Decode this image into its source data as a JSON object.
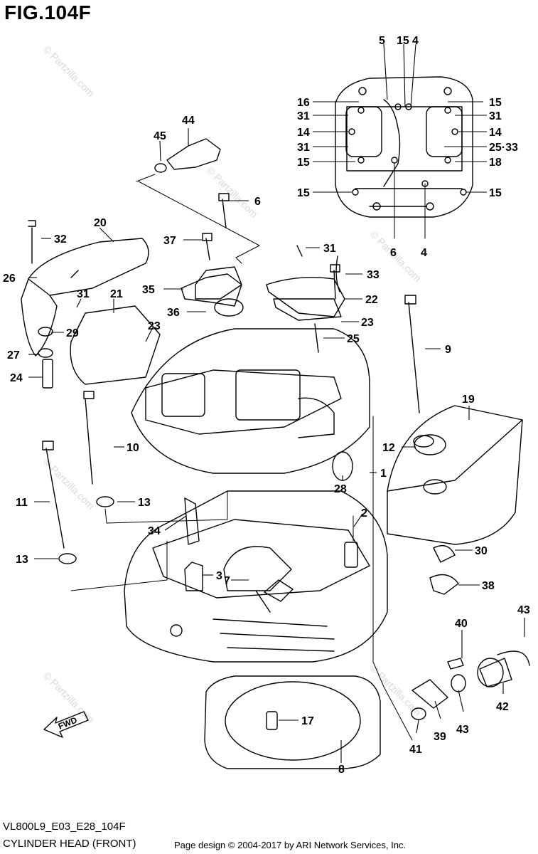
{
  "figure": {
    "title": "FIG.104F",
    "code": "VL800L9_E03_E28_104F",
    "name": "CYLINDER HEAD (FRONT)",
    "credit": "Page design © 2004-2017 by ARI Network Services, Inc."
  },
  "watermark": "© Partzilla.com",
  "fwd_label": "FWD",
  "callouts": [
    "5",
    "15",
    "4",
    "16",
    "15",
    "31",
    "31",
    "14",
    "14",
    "31",
    "25·33",
    "15",
    "18",
    "15",
    "15",
    "6",
    "4",
    "44",
    "45",
    "6",
    "20",
    "32",
    "37",
    "31",
    "26",
    "35",
    "33",
    "31",
    "21",
    "36",
    "22",
    "23",
    "23",
    "25",
    "29",
    "27",
    "24",
    "9",
    "10",
    "19",
    "12",
    "11",
    "13",
    "28",
    "1",
    "2",
    "34",
    "13",
    "3",
    "7",
    "30",
    "38",
    "43",
    "40",
    "42",
    "43",
    "39",
    "41",
    "17",
    "8"
  ]
}
